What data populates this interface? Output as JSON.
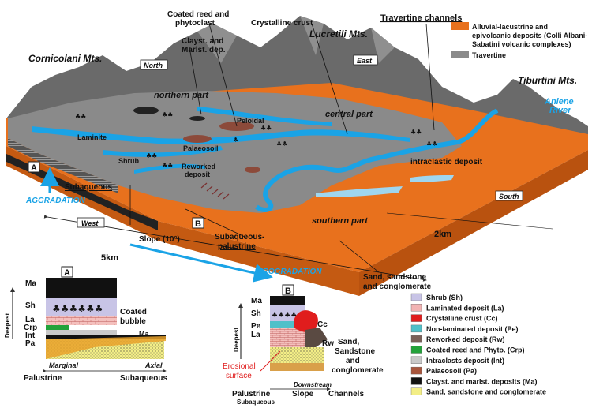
{
  "colors": {
    "orange": "#e8711d",
    "gray": "#8a8a8a",
    "dark_gray": "#5a5a5a",
    "blue": "#1aa3e6",
    "red": "#e01d1d"
  },
  "map_labels": {
    "coated_reed": "Coated reed and",
    "coated_reed2": "phytoclast",
    "crystalline_crust": "Crystalline crust",
    "travertine_channels": "Travertine channels",
    "claystone": "Clayst. and",
    "marlst": "Marlst. dep.",
    "lucretili": "Lucretili Mts.",
    "cornicolani": "Cornicolani Mts.",
    "tiburtini": "Tiburtini Mts.",
    "north": "North",
    "east": "East",
    "west": "West",
    "south": "South",
    "northern": "northern part",
    "central": "central part",
    "southern": "southern part",
    "laminite": "Laminite",
    "peloidal": "Peloidal",
    "palaeosoil": "Palaeosoil",
    "shrub": "Shrub",
    "reworked1": "Reworked",
    "reworked2": "deposit",
    "intraclastic": "intraclastic deposit",
    "aniene1": "Aniene",
    "aniene2": "River",
    "box_a": "A",
    "box_b": "B",
    "subaqueous": "Subaqueous",
    "aggradation": "AGGRADATION",
    "progradation": "PROGRADATION",
    "slope": "Slope (10°)",
    "subaq_pal1": "Subaqueous-",
    "subaq_pal2": "palustrine",
    "km5": "5km",
    "km2": "2km",
    "sand1": "Sand, sandstone",
    "sand2": "and conglomerate"
  },
  "top_legend": [
    {
      "label1": "Alluvial-lacustrine and",
      "label2": "epivolcanic deposits (Colli Albani-",
      "label3": "Sabatini volcanic complexes)",
      "color": "#e8711d"
    },
    {
      "label1": "Travertine",
      "color": "#8a8a8a"
    }
  ],
  "section_a": {
    "title": "A",
    "ma": "Ma",
    "sh": "Sh",
    "la": "La",
    "crp": "Crp",
    "int": "Int",
    "pa": "Pa",
    "coated": "Coated",
    "bubble": "bubble",
    "ma2": "Ma",
    "deepest": "Deepest",
    "marginal": "Marginal",
    "axial": "Axial",
    "palustrine": "Palustrine",
    "subaqueous": "Subaqueous"
  },
  "section_b": {
    "title": "B",
    "ma": "Ma",
    "sh": "Sh",
    "pe": "Pe",
    "la": "La",
    "cc": "Cc",
    "rw": "Rw",
    "sand1": "Sand,",
    "sand2": "Sandstone",
    "sand3": "and",
    "sand4": "conglomerate",
    "erosional1": "Erosional",
    "erosional2": "surface",
    "deepest": "Deepest",
    "downstream": "Downstream",
    "palustrine": "Palustrine",
    "subaqueous": "Subaqueous",
    "slope": "Slope",
    "channels": "Channels"
  },
  "legend": [
    {
      "label": "Shrub (Sh)",
      "color": "#c8c4e6"
    },
    {
      "label": "Laminated deposit (La)",
      "color": "#f2b3b3"
    },
    {
      "label": "Crystalline crust (Cc)",
      "color": "#e01d1d"
    },
    {
      "label": "Non-laminated deposit (Pe)",
      "color": "#4fc0c9"
    },
    {
      "label": "Reworked deposit (Rw)",
      "color": "#7a6058"
    },
    {
      "label": "Coated reed and Phyto. (Crp)",
      "color": "#23a23a"
    },
    {
      "label": "Intraclasts deposit (Int)",
      "color": "#c9c9c9"
    },
    {
      "label": "Palaeosoil (Pa)",
      "color": "#a8553c"
    },
    {
      "label": "Clayst. and marlst. deposits (Ma)",
      "color": "#111111"
    },
    {
      "label": "Sand, sandstone and conglomerate",
      "color": "#f3ee86"
    }
  ]
}
